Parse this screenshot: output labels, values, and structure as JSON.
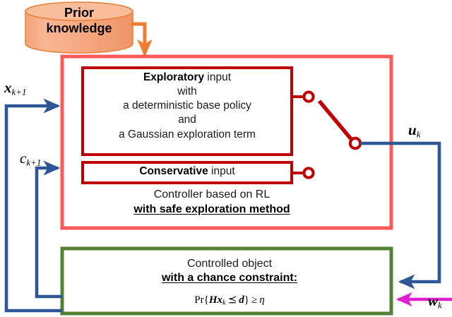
{
  "diagram": {
    "title": "Safe reinforcement learning control block diagram",
    "colors": {
      "controller_outer_border": "#fa5a5a",
      "controller_inner_border": "#c00000",
      "plant_border": "#548235",
      "database_fill": "#f5a97c",
      "database_border": "#e8833c",
      "prior_arrow": "#ed7d31",
      "feedback_blue": "#2e5596",
      "disturbance_magenta": "#e020d0",
      "text": "#1a1a1a"
    },
    "database": {
      "name": "prior-knowledge-store",
      "line1": "Prior",
      "line2": "knowledge"
    },
    "controller": {
      "caption_line1": "Controller based on RL",
      "caption_line2": "with safe exploration method",
      "exploratory": {
        "title_bold": "Exploratory",
        "title_rest": " input",
        "line2": "with",
        "line3": "a deterministic base policy",
        "line4": "and",
        "line5": "a Gaussian exploration term"
      },
      "conservative": {
        "title_bold": "Conservative",
        "title_rest": " input"
      },
      "switch": {
        "name": "input-selector-switch",
        "selected": "exploratory"
      }
    },
    "plant": {
      "line1": "Controlled object",
      "line2": "with a chance constraint",
      "line2_suffix": ":",
      "constraint": {
        "prefix": "Pr{",
        "matrix": "H",
        "state": "x",
        "state_sub": "k",
        "relation": "⪯",
        "bound": "d",
        "suffix": "}",
        "inequality": "≥",
        "level": "η"
      }
    },
    "signals": {
      "state": {
        "symbol": "x",
        "sub": "k+1"
      },
      "constraint_signal": {
        "symbol": "c",
        "sub": "k+1"
      },
      "control_input": {
        "symbol": "u",
        "sub": "k"
      },
      "disturbance": {
        "symbol": "w",
        "sub": "k"
      }
    }
  }
}
